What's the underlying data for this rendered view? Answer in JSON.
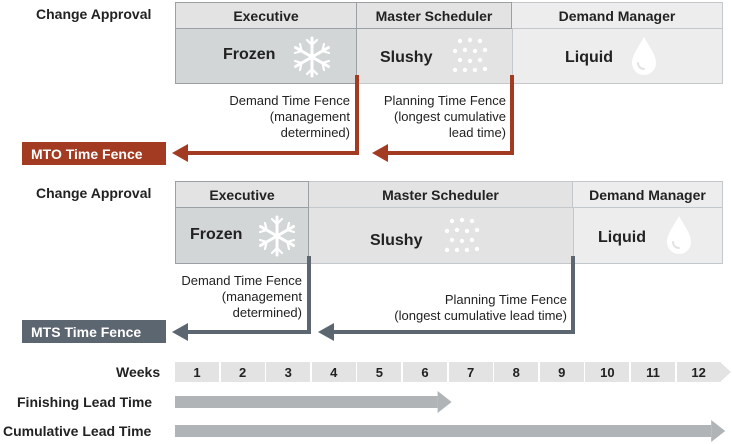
{
  "top": {
    "change_approval": "Change Approval",
    "headers": {
      "executive": "Executive",
      "master": "Master Scheduler",
      "demand": "Demand Manager"
    },
    "zones": {
      "frozen": "Frozen",
      "slushy": "Slushy",
      "liquid": "Liquid"
    },
    "demand_fence_note": [
      "Demand Time Fence",
      "(management",
      "determined)"
    ],
    "planning_fence_note": [
      "Planning Time Fence",
      "(longest cumulative",
      "lead time)"
    ],
    "fence_label": "MTO Time Fence"
  },
  "bottom": {
    "change_approval": "Change Approval",
    "headers": {
      "executive": "Executive",
      "master": "Master Scheduler",
      "demand": "Demand Manager"
    },
    "zones": {
      "frozen": "Frozen",
      "slushy": "Slushy",
      "liquid": "Liquid"
    },
    "demand_fence_note": [
      "Demand Time Fence",
      "(management",
      "determined)"
    ],
    "planning_fence_note": [
      "Planning Time Fence",
      "(longest cumulative lead time)"
    ],
    "fence_label": "MTS Time Fence"
  },
  "weeks": {
    "label": "Weeks",
    "values": [
      "1",
      "2",
      "3",
      "4",
      "5",
      "6",
      "7",
      "8",
      "9",
      "10",
      "11",
      "12"
    ]
  },
  "lead_times": {
    "finishing_label": "Finishing Lead Time",
    "finishing_weeks": 6,
    "cumulative_label": "Cumulative Lead Time",
    "cumulative_weeks": 12
  },
  "colors": {
    "mto": "#a23b22",
    "mts": "#5c6670",
    "frozen_fill": "#d2d6d7",
    "header_fill": "#e3e3e3",
    "liquid_fill": "#ededed",
    "arrow_gray": "#b0b4b7"
  },
  "icons": {
    "frozen": "snowflake-icon",
    "slushy": "dots-icon",
    "liquid": "drop-icon"
  }
}
